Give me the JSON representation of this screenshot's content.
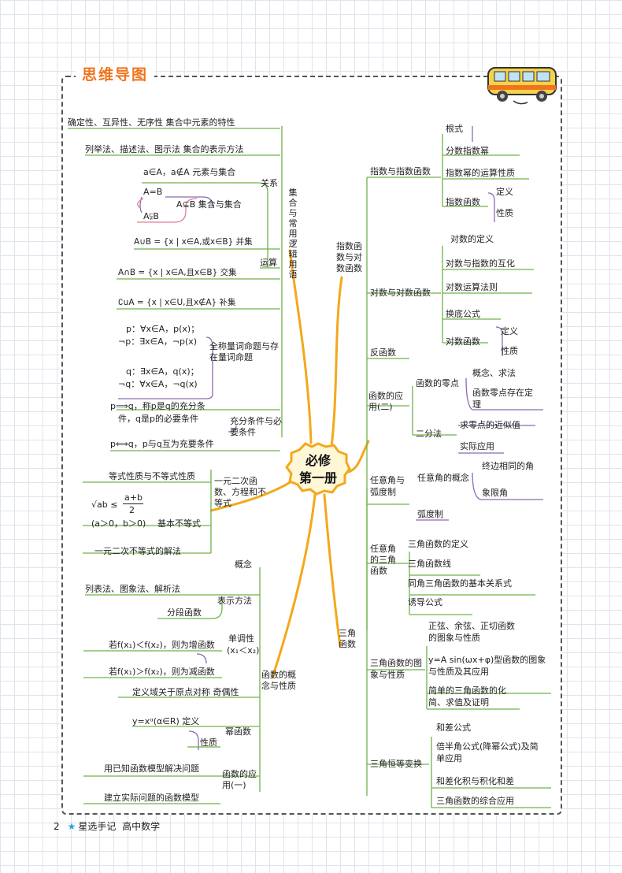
{
  "title": "思维导图",
  "center": {
    "line1": "必修",
    "line2": "第一册"
  },
  "branches": {
    "set": "集合与常用逻辑用语",
    "exp_log": "指数函数与对数函数",
    "func": "函数的概念与性质",
    "trig": "三角函数",
    "ineq": "一元二次函数、方程和不等式"
  },
  "left": {
    "set_prop": "确定性、互异性、无序性  集合中元素的特性",
    "set_repr": "列举法、描述法、图示法  集合的表示方法",
    "relation": "关系",
    "elem_rel": "a∈A，a∉A  元素与集合",
    "aeqb": "A=B",
    "asubb": "A⊆B  集合与集合",
    "apsub": "A⫋B",
    "union": "A∪B = {x | x∈A,或x∈B} 并集",
    "operation": "运算",
    "inter": "A∩B = {x | x∈A,且x∈B}  交集",
    "comp": "∁uA = {x | x∈U,且x∉A}  补集",
    "p_all": "p：∀x∈A，p(x)；",
    "np_all": "¬p：∃x∈A，¬p(x)",
    "quant": "全称量词命题与存在量词命题",
    "q_ex": "q：∃x∈A，q(x)；",
    "nq_ex": "¬q：∀x∈A，¬q(x)",
    "suff1": "p⟹q，称p是q的充分条",
    "suff2": "件，q是p的必要条件",
    "suff_label": "充分条件与必要条件",
    "equiv": "p⟺q，p与q互为充要条件",
    "eq_ineq": "等式性质与不等式性质",
    "frac_num": "a+b",
    "frac_den": "2",
    "sqrt_ab": "√ab ≤",
    "ab_cond": "(a＞0，b＞0)",
    "basic_ineq": "基本不等式",
    "quad_solve": "一元二次不等式的解法",
    "concept": "概念",
    "repr_methods": "列表法、图象法、解析法",
    "repr": "表示方法",
    "piecewise": "分段函数",
    "mono": "单调性",
    "mono_cond": "(x₁＜x₂)",
    "incr": "若f(x₁)＜f(x₂)，则为增函数",
    "decr": "若f(x₁)＞f(x₂)，则为减函数",
    "parity_cond": "定义域关于原点对称  奇偶性",
    "power_def": "y=xᵅ(α∈R)  定义",
    "power": "幂函数",
    "power_prop": "性质",
    "app1": "用已知函数模型解决问题",
    "app_label": "函数的应用(一)",
    "app2": "建立实际问题的函数模型"
  },
  "right": {
    "exp": "指数与指数函数",
    "root": "根式",
    "frac_pow": "分数指数幂",
    "pow_ops": "指数幂的运算性质",
    "exp_func": "指数函数",
    "def": "定义",
    "prop": "性质",
    "log": "对数与对数函数",
    "log_def": "对数的定义",
    "log_exp": "对数与指数的互化",
    "log_ops": "对数运算法则",
    "change_base": "换底公式",
    "log_func": "对数函数",
    "inverse": "反函数",
    "app2": "函数的应用(二)",
    "zero": "函数的零点",
    "zero_concept": "概念、求法",
    "zero_thm": "函数零点存在定理",
    "bisect": "二分法",
    "approx": "求零点的近似值",
    "practical": "实际应用",
    "angle": "任意角与弧度制",
    "angle_concept": "任意角的概念",
    "terminal": "终边相同的角",
    "quadrant": "象限角",
    "radian": "弧度制",
    "trig_any": "任意角的三角函数",
    "trig_def": "三角函数的定义",
    "trig_line": "三角函数线",
    "same_angle": "同角三角函数的基本关系式",
    "induction": "诱导公式",
    "graph": "三角函数的图象与性质",
    "basic_graph": "正弦、余弦、正切函数的图象与性质",
    "asin": "y=A sin(ωx+φ)型函数的图象与性质及其应用",
    "simplify": "简单的三角函数的化简、求值及证明",
    "identity": "三角恒等变换",
    "sum_diff": "和差公式",
    "double": "倍半角公式(降幂公式)及简单应用",
    "prod_sum": "和差化积与积化和差",
    "comprehensive": "三角函数的综合应用"
  },
  "footer": {
    "page": "2",
    "brand": "星选手记",
    "subject": "高中数学"
  },
  "colors": {
    "orange": "#f0741c",
    "branch": "#f3a81c",
    "green": "#6fb24a",
    "purple": "#8b6bb0",
    "pink": "#e07e96"
  }
}
